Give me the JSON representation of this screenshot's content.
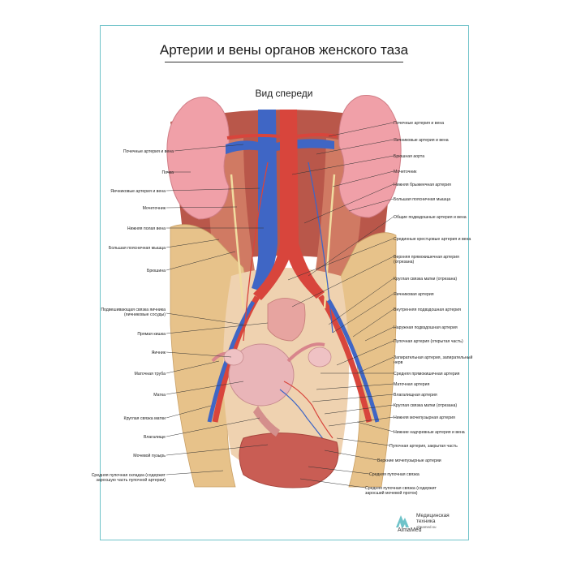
{
  "title": "Артерии и вены органов женского таза",
  "subtitle": "Вид спереди",
  "colors": {
    "frame": "#6fc3c9",
    "artery": "#d8453c",
    "vein": "#3f66c5",
    "kidney": "#f0a0a8",
    "muscle": "#c86a5a",
    "peritoneum": "#e7c28a"
  },
  "left_labels": [
    "Почечные артерия и вена",
    "Почка",
    "Яичниковые артерия и вена",
    "Мочеточник",
    "Нижняя полая вена",
    "Большая поясничная мышца",
    "Брюшина",
    "Подвешивающая связка яичника (яичниковые сосуды)",
    "Прямая кишка",
    "Яичник",
    "Маточная труба",
    "Матка",
    "Круглая связка матки",
    "Влагалище",
    "Мочевой пузырь",
    "Средняя пупочная складка (содержит заросшую часть пупочной артерии)"
  ],
  "right_labels": [
    "Почечные артерия и вена",
    "Яичниковые артерия и вена",
    "Брюшная аорта",
    "Мочеточник",
    "Нижняя брыжеечная артерия",
    "Большая поясничная мышца",
    "Общие подвздошные артерия и вена",
    "Срединные крестцовые артерия и вена",
    "Верхняя прямокишечная артерия (отрезана)",
    "Круглая связка матки (отрезана)",
    "Яичниковая артерия",
    "Внутренняя подвздошная артерия",
    "Наружная подвздошная артерия",
    "Пупочная артерия (открытая часть)",
    "Запирательная артерия, запирательный нерв",
    "Средняя прямокишечная артерия",
    "Маточная артерия",
    "Влагалищная артерия",
    "Круглая связка матки (отрезана)",
    "Нижняя мочепузырная артерия",
    "Нижние надчревные артерия и вена",
    "Пупочная артерия, закрытая часть",
    "Верхние мочепузырные артерии",
    "Средняя пупочная связка",
    "Средняя пупочная связка (содержит заросший мочевой проток)"
  ],
  "logo": {
    "brand": "AlmaMed",
    "company": "Медицинская техника",
    "url": "almamed.su"
  }
}
